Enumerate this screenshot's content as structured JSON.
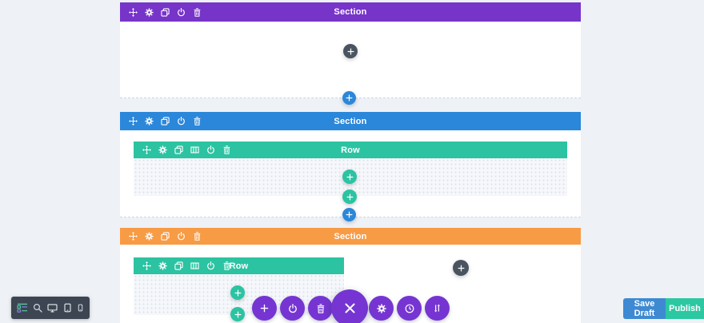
{
  "colors": {
    "page_background": "#eef1f6",
    "section_purple": "#7734c9",
    "section_blue": "#2b87da",
    "section_orange": "#f89b45",
    "row_teal": "#2cc3a2",
    "module_button_dark": "#4a5460",
    "action_button_purple": "#7635d2",
    "insert_button_blue": "#2b87da",
    "insert_button_green": "#2cc3a2",
    "view_toolbar_background": "#3c4551",
    "save_draft_button": "#3e8ad2",
    "publish_button": "#2bc8a2"
  },
  "sections": [
    {
      "label": "Section",
      "accent": "#7734c9",
      "toolbar_icons": [
        "move-icon",
        "gear-icon",
        "duplicate-icon",
        "power-icon",
        "trash-icon"
      ]
    },
    {
      "label": "Section",
      "accent": "#2b87da",
      "toolbar_icons": [
        "move-icon",
        "gear-icon",
        "duplicate-icon",
        "power-icon",
        "trash-icon"
      ]
    },
    {
      "label": "Section",
      "accent": "#f89b45",
      "toolbar_icons": [
        "move-icon",
        "gear-icon",
        "duplicate-icon",
        "power-icon",
        "trash-icon"
      ]
    }
  ],
  "rows": [
    {
      "label": "Row",
      "accent": "#2cc3a2",
      "toolbar_icons": [
        "move-icon",
        "gear-icon",
        "duplicate-icon",
        "columns-icon",
        "power-icon",
        "trash-icon"
      ]
    },
    {
      "label": "Row",
      "accent": "#2cc3a2",
      "toolbar_icons": [
        "move-icon",
        "gear-icon",
        "duplicate-icon",
        "columns-icon",
        "power-icon",
        "trash-icon"
      ]
    }
  ],
  "insert_buttons": {
    "dark_module_buttons": "plus-icon",
    "blue_section_buttons": "plus-icon",
    "green_row_buttons": "plus-icon"
  },
  "floating_action_bar": {
    "buttons": [
      "plus-icon",
      "power-icon",
      "trash-icon",
      "close-icon",
      "gear-icon",
      "clock-icon",
      "swap-icon"
    ]
  },
  "view_toolbar": {
    "icons": [
      "wireframe-view-icon",
      "zoom-icon",
      "desktop-icon",
      "tablet-icon",
      "phone-icon"
    ]
  },
  "footer_actions": {
    "save_draft_label": "Save Draft",
    "publish_label": "Publish"
  }
}
